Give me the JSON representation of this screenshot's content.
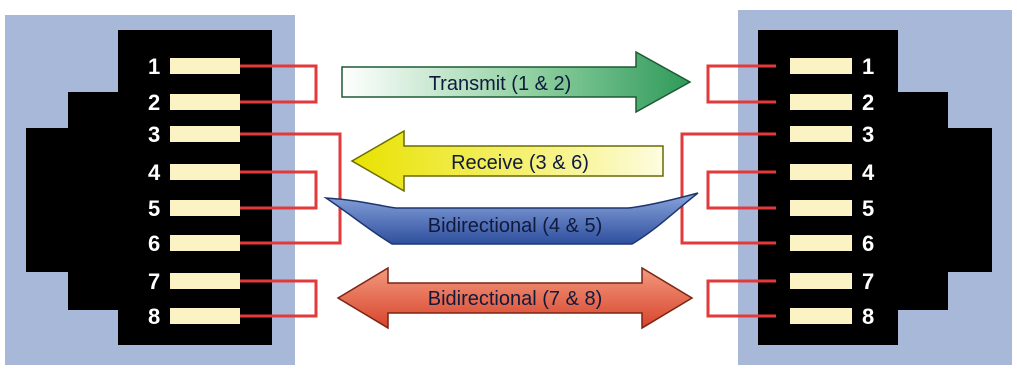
{
  "left_connector": {
    "pins": [
      {
        "label": "1"
      },
      {
        "label": "2"
      },
      {
        "label": "3"
      },
      {
        "label": "4"
      },
      {
        "label": "5"
      },
      {
        "label": "6"
      },
      {
        "label": "7"
      },
      {
        "label": "8"
      }
    ]
  },
  "right_connector": {
    "pins": [
      {
        "label": "1"
      },
      {
        "label": "2"
      },
      {
        "label": "3"
      },
      {
        "label": "4"
      },
      {
        "label": "5"
      },
      {
        "label": "6"
      },
      {
        "label": "7"
      },
      {
        "label": "8"
      }
    ]
  },
  "signals": [
    {
      "label": "Transmit (1 & 2)",
      "direction": "right",
      "color": "#4fae6f",
      "pins": [
        1,
        2
      ]
    },
    {
      "label": "Receive (3 & 6)",
      "direction": "left",
      "color": "#f2ee3a",
      "pins": [
        3,
        6
      ]
    },
    {
      "label": "Bidirectional (4 & 5)",
      "direction": "both",
      "color": "#4a6bb8",
      "pins": [
        4,
        5
      ]
    },
    {
      "label": "Bidirectional (7 & 8)",
      "direction": "both",
      "color": "#e8684a",
      "pins": [
        7,
        8
      ]
    }
  ],
  "colors": {
    "connector_shadow": "#a8b8d8",
    "connector_body": "#000000",
    "pin_contact": "#fbf3c4",
    "wire": "#e23a3a"
  }
}
